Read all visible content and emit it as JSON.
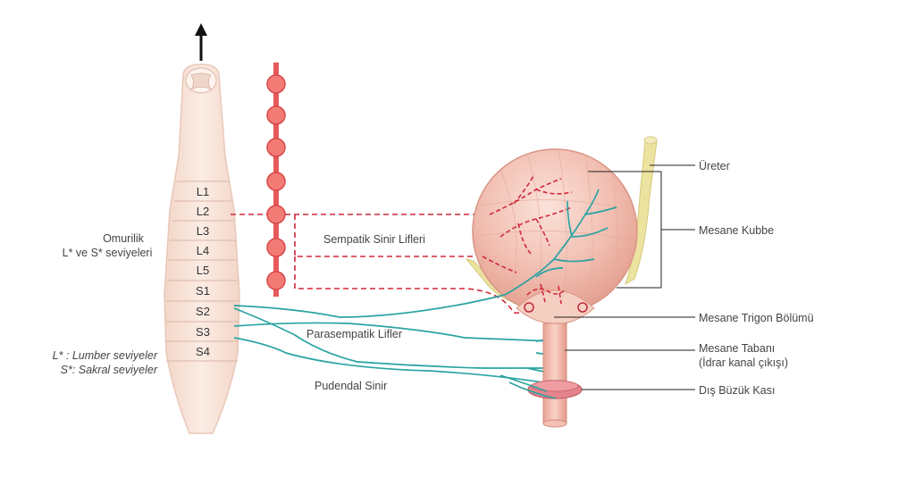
{
  "spinal_cord": {
    "label_line1": "Omurilik",
    "label_line2": "L* ve S* seviyeleri",
    "segments": [
      "L1",
      "L2",
      "L3",
      "L4",
      "L5",
      "S1",
      "S2",
      "S3",
      "S4"
    ]
  },
  "legend": {
    "lumbar": "L* : Lumber seviyeler",
    "sacral": "S*: Sakral seviyeler"
  },
  "nerves": {
    "sympathetic": "Sempatik Sinir Lifleri",
    "parasympathetic": "Parasempatik Lifler",
    "pudendal": "Pudendal Sinir"
  },
  "bladder_labels": {
    "ureter": "Üreter",
    "dome": "Mesane Kubbe",
    "trigone": "Mesane Trigon Bölümü",
    "base_line1": "Mesane Tabanı",
    "base_line2": "(İdrar kanal çıkışı)",
    "sphincter": "Dış Büzük Kası"
  },
  "colors": {
    "sympathetic": "#d0283c",
    "parasympathetic": "#2aa3a3",
    "cord_fill": "#f8e4da",
    "ganglion": "#f07272",
    "bladder": "#f2c2b5",
    "ureter": "#ece3a0"
  }
}
